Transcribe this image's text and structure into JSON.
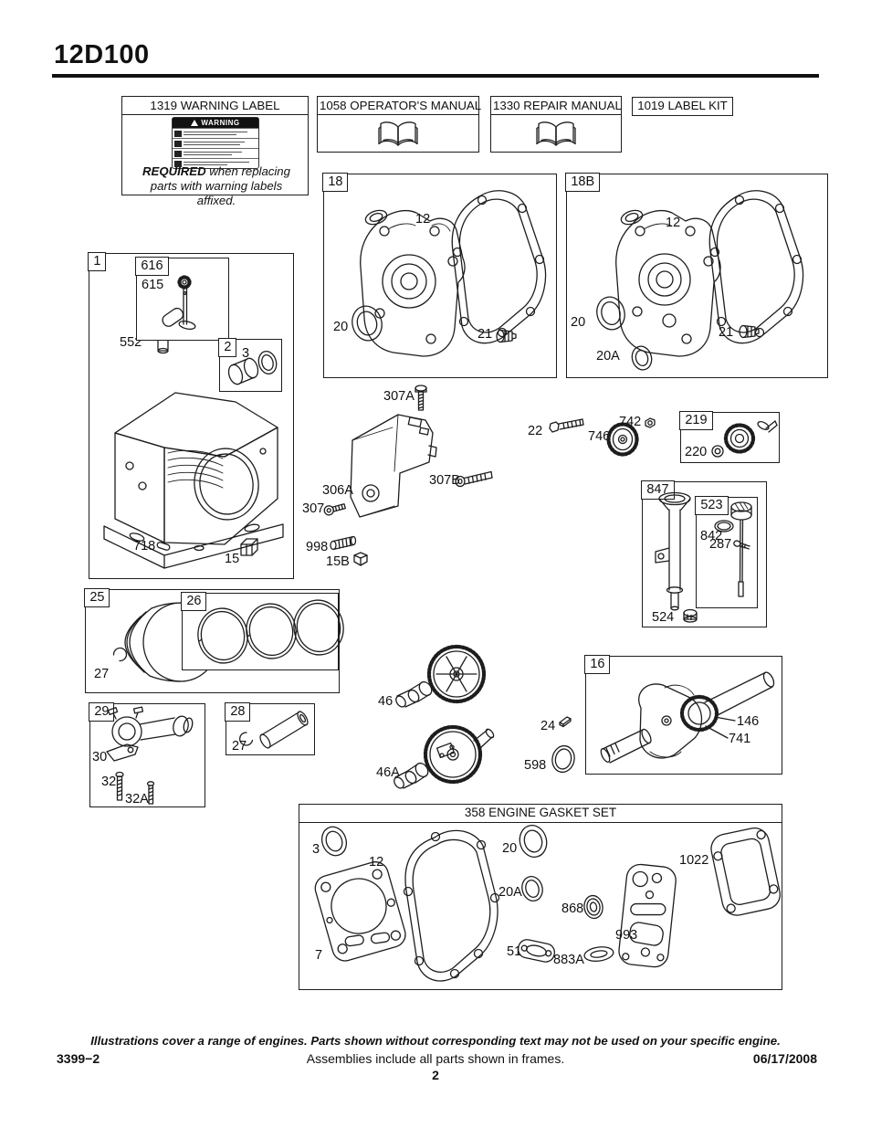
{
  "header": {
    "model": "12D100"
  },
  "top_boxes": {
    "warning": {
      "title": "1319 WARNING LABEL",
      "label_header": "WARNING",
      "required_bold": "REQUIRED",
      "required_rest": " when replacing parts with warning labels affixed."
    },
    "operators_manual": {
      "title": "1058 OPERATOR'S MANUAL"
    },
    "repair_manual": {
      "title": "1330 REPAIR MANUAL"
    },
    "label_kit": {
      "title": "1019 LABEL KIT"
    }
  },
  "frames": {
    "f18": {
      "tag": "18",
      "c12": "12",
      "c20": "20",
      "c21": "21"
    },
    "f18b": {
      "tag": "18B",
      "c12": "12",
      "c20": "20",
      "c20a": "20A",
      "c21": "21"
    },
    "f1": {
      "tag": "1",
      "c552": "552",
      "c718": "718",
      "c15": "15"
    },
    "f616": {
      "tag": "616",
      "c615": "615"
    },
    "f2": {
      "tag": "2",
      "c3": "3"
    },
    "f219": {
      "tag": "219",
      "c220": "220"
    },
    "f847": {
      "tag": "847",
      "c524": "524"
    },
    "f523": {
      "tag": "523",
      "c842": "842",
      "c287": "287"
    },
    "f25": {
      "tag": "25",
      "c27": "27"
    },
    "f26": {
      "tag": "26"
    },
    "f29": {
      "tag": "29",
      "c30": "30",
      "c32": "32",
      "c32a": "32A"
    },
    "f28": {
      "tag": "28",
      "c27": "27"
    },
    "f16": {
      "tag": "16",
      "c146": "146",
      "c741": "741"
    }
  },
  "loose_parts": {
    "c307a": "307A",
    "c306a": "306A",
    "c307": "307",
    "c307b": "307B",
    "c998": "998",
    "c15b": "15B",
    "c22": "22",
    "c742": "742",
    "c746": "746",
    "c46": "46",
    "c46a": "46A",
    "c24": "24",
    "c598": "598"
  },
  "gasket_set": {
    "title": "358 ENGINE GASKET SET",
    "c3": "3",
    "c12": "12",
    "c7": "7",
    "c20": "20",
    "c20a": "20A",
    "c868": "868",
    "c51": "51",
    "c883a": "883A",
    "c993": "993",
    "c1022": "1022"
  },
  "footer": {
    "note": "Illustrations cover a range of engines. Parts shown without corresponding text may not be used on your specific engine.",
    "doc_number": "3399−2",
    "center": "Assemblies include all parts shown in frames.",
    "date": "06/17/2008",
    "page_number": "2"
  }
}
